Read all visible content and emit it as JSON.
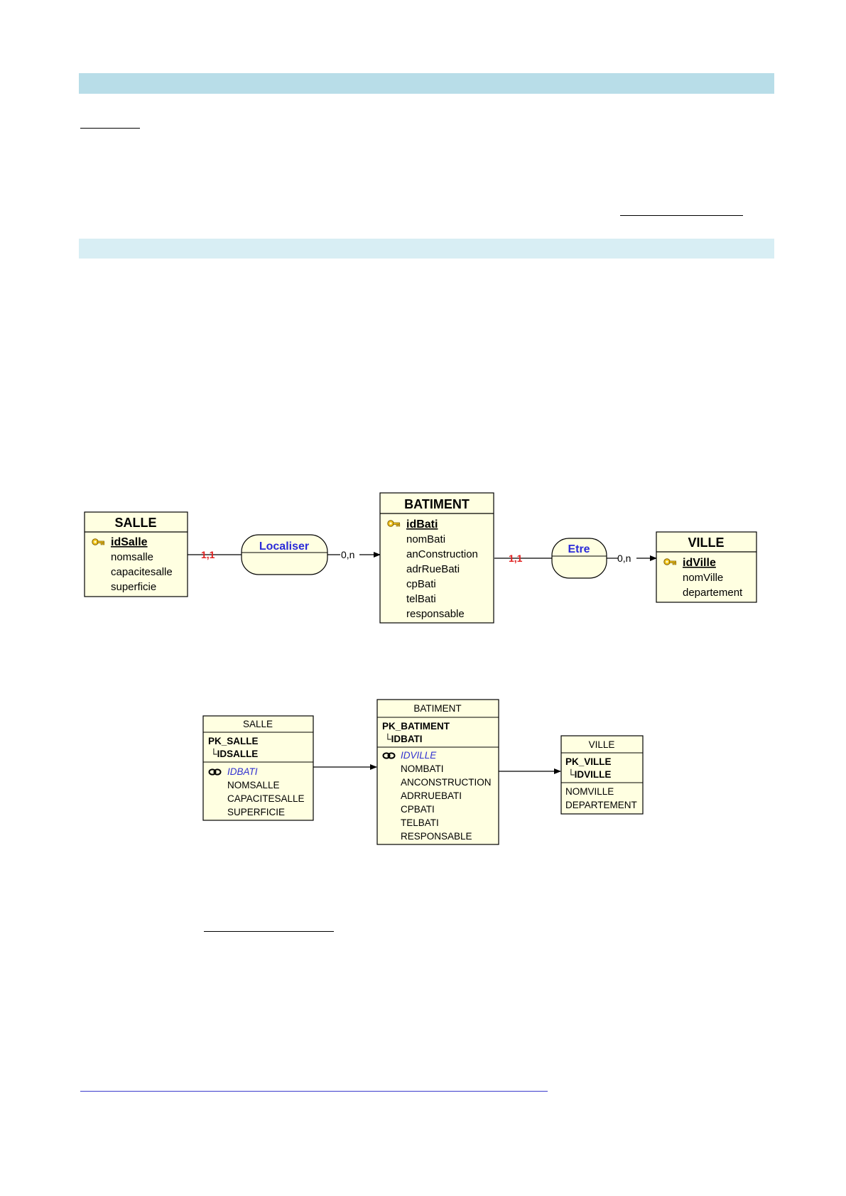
{
  "conceptual": {
    "salle": {
      "title": "SALLE",
      "key": "idSalle",
      "attrs": [
        "nomsalle",
        "capacitesalle",
        "superficie"
      ]
    },
    "batiment": {
      "title": "BATIMENT",
      "key": "idBati",
      "attrs": [
        "nomBati",
        "anConstruction",
        "adrRueBati",
        "cpBati",
        "telBati",
        "responsable"
      ]
    },
    "ville": {
      "title": "VILLE",
      "key": "idVille",
      "attrs": [
        "nomVille",
        "departement"
      ]
    },
    "localiser": {
      "name": "Localiser",
      "card_left": "1,1",
      "card_right": "0,n"
    },
    "etre": {
      "name": "Etre",
      "card_left": "1,1",
      "card_right": "0,n"
    }
  },
  "physical": {
    "salle": {
      "title": "SALLE",
      "pk": "PK_SALLE",
      "pk_col": "└IDSALLE",
      "fk": "IDBATI",
      "cols": [
        "NOMSALLE",
        "CAPACITESALLE",
        "SUPERFICIE"
      ]
    },
    "batiment": {
      "title": "BATIMENT",
      "pk": "PK_BATIMENT",
      "pk_col": "└IDBATI",
      "fk": "IDVILLE",
      "cols": [
        "NOMBATI",
        "ANCONSTRUCTION",
        "ADRRUEBATI",
        "CPBATI",
        "TELBATI",
        "RESPONSABLE"
      ]
    },
    "ville": {
      "title": "VILLE",
      "pk": "PK_VILLE",
      "pk_col": "└IDVILLE",
      "cols": [
        "NOMVILLE",
        "DEPARTEMENT"
      ]
    }
  },
  "colors": {
    "entity_fill": "#ffffe1",
    "band_dark": "#b8dde8",
    "band_light": "#d8eef4",
    "cardinality_red": "#e02020",
    "association_blue": "#2a2ad8",
    "fk_blue": "#3030d0"
  }
}
